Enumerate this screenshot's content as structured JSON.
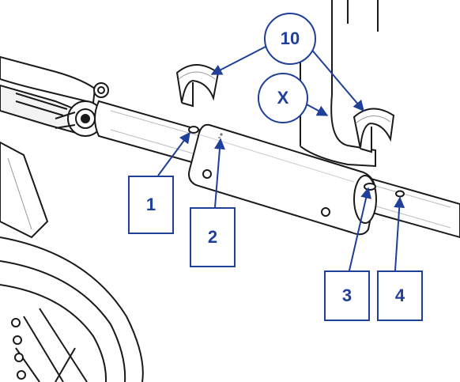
{
  "callouts": {
    "c1": "1",
    "c2": "2",
    "c3": "3",
    "c4": "4",
    "c10": "10",
    "cx": "X"
  },
  "colors": {
    "callout": "#1f3f99",
    "line": "#1a1a1a",
    "fill": "#ffffff",
    "shade": "#e9e9e9"
  }
}
